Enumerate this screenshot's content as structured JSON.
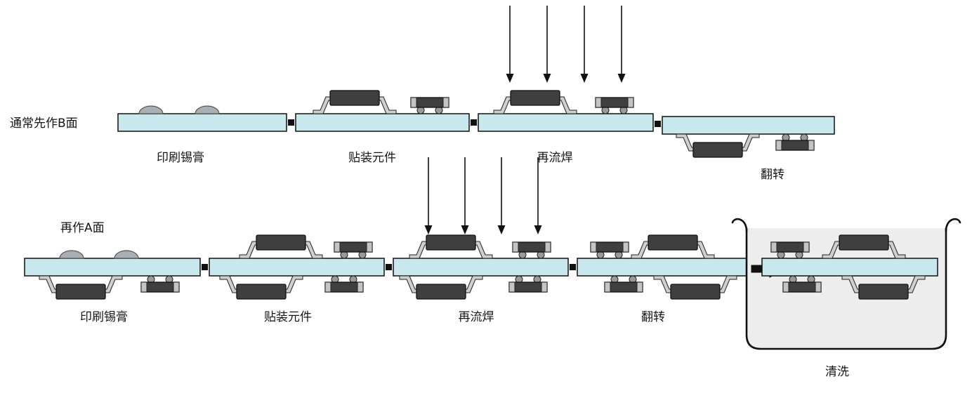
{
  "diagram": {
    "type": "process-flow",
    "subject": "double-sided SMT PCB assembly process"
  },
  "colors": {
    "board_fill": "#c9e8ee",
    "tank_fill": "#ededed",
    "component_fill": "#3f3f3f",
    "lead_fill": "#cfcfcf",
    "paste_fill": "#a9afb5",
    "outline": "#111111"
  },
  "row_b": {
    "side_label": "通常先作B面",
    "steps": [
      "印刷锡膏",
      "贴装元件",
      "再流焊",
      "翻转"
    ]
  },
  "row_a": {
    "side_label": "再作A面",
    "steps": [
      "印刷锡膏",
      "贴装元件",
      "再流焊",
      "翻转",
      "清洗"
    ]
  }
}
